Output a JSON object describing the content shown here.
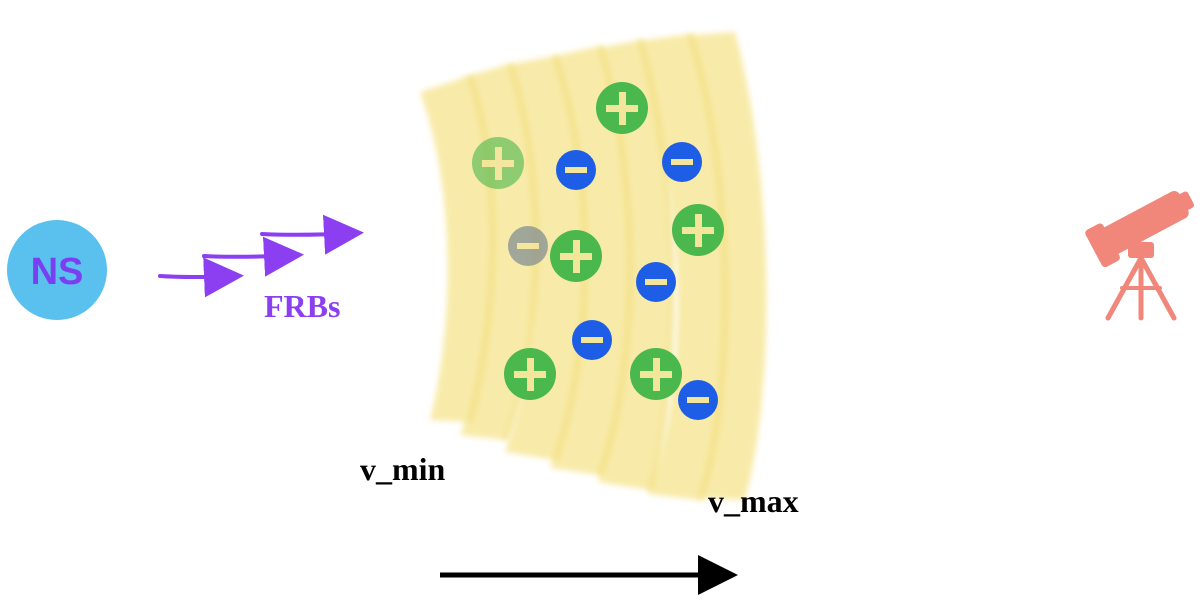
{
  "neutron_star": {
    "label": "NS",
    "fill": "#5ac1ef",
    "text_color": "#7b3ff2"
  },
  "frb": {
    "label": "FRBs",
    "color": "#8b3ff0"
  },
  "shell": {
    "fill": "#f7e79a",
    "stroke": "#f1dd79"
  },
  "charges": {
    "positive": "+",
    "negative": "−",
    "positive_color": "#4ab84d",
    "negative_color": "#1e5de6",
    "sign_color": "#f3e59a"
  },
  "velocity": {
    "min_label": "v_min",
    "max_label": "v_max"
  },
  "telescope": {
    "color": "#f0877a"
  },
  "arrow": {
    "color": "#000000"
  }
}
